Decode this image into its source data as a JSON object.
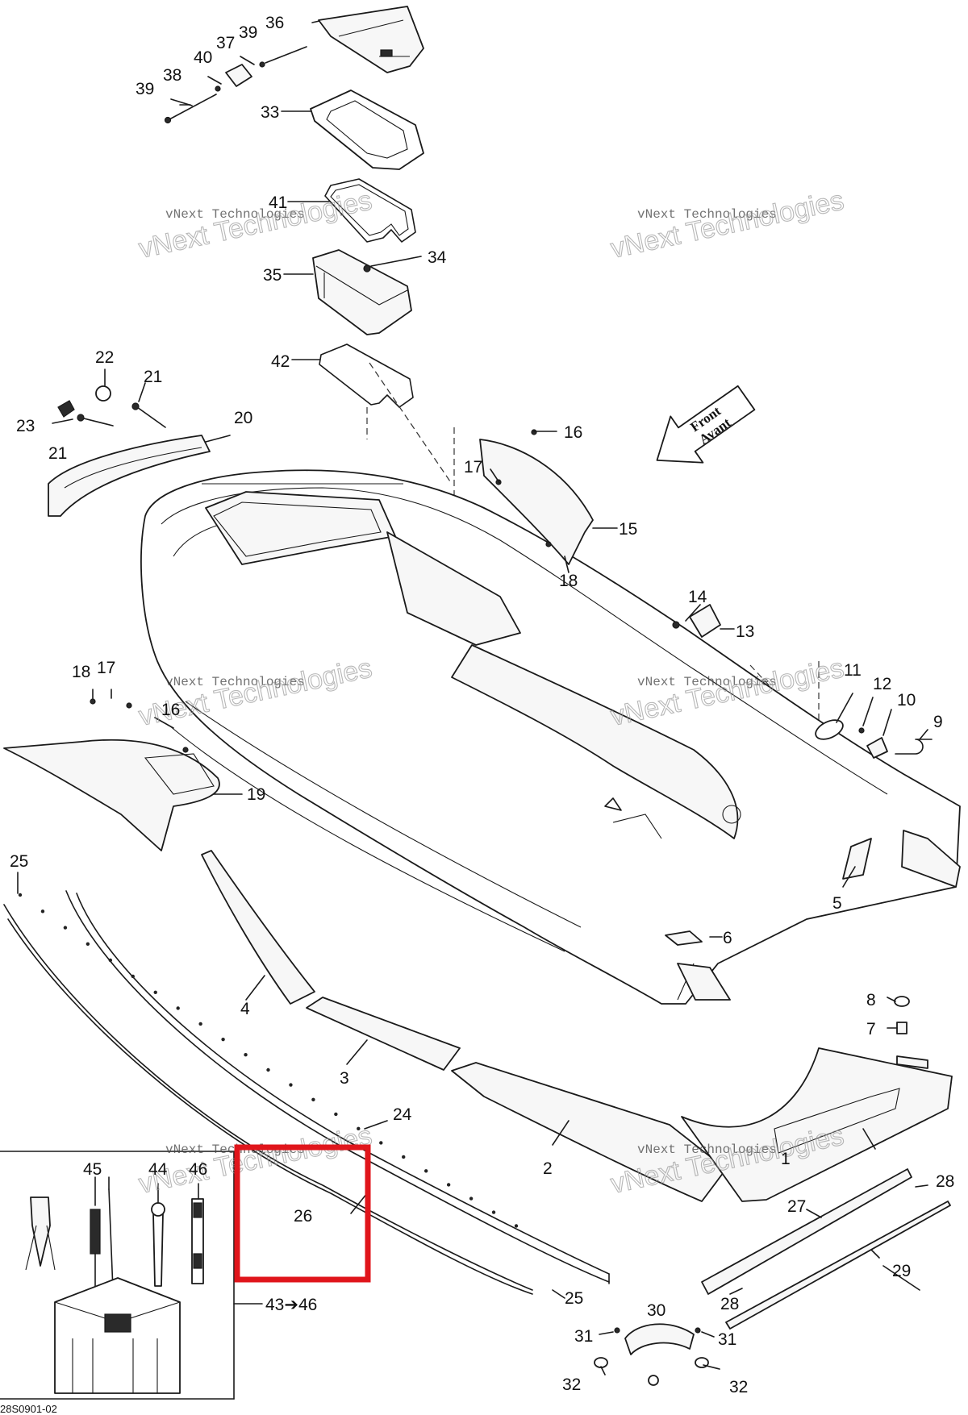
{
  "diagram": {
    "drawing_code": "28S0901-02",
    "front_arrow": {
      "line1": "Front",
      "line2": "Avant"
    },
    "kit_label": "43➔46",
    "watermark": {
      "line1": "vNext Technologies",
      "line2": "vNext Technologies"
    },
    "colors": {
      "highlight": "#e0151b",
      "line": "#1a1a1a"
    },
    "highlighted_part": "26",
    "labels": {
      "p1": "1",
      "p2": "2",
      "p3": "3",
      "p4": "4",
      "p5": "5",
      "p6": "6",
      "p7": "7",
      "p8": "8",
      "p9": "9",
      "p10": "10",
      "p11": "11",
      "p12": "12",
      "p13": "13",
      "p14": "14",
      "p15": "15",
      "p16a": "16",
      "p16b": "16",
      "p17a": "17",
      "p17b": "17",
      "p18a": "18",
      "p18b": "18",
      "p19": "19",
      "p20": "20",
      "p21a": "21",
      "p21b": "21",
      "p22": "22",
      "p23": "23",
      "p24": "24",
      "p25a": "25",
      "p25b": "25",
      "p26": "26",
      "p27": "27",
      "p28a": "28",
      "p28b": "28",
      "p29": "29",
      "p30": "30",
      "p31a": "31",
      "p31b": "31",
      "p32a": "32",
      "p32b": "32",
      "p33": "33",
      "p34": "34",
      "p35": "35",
      "p36": "36",
      "p37": "37",
      "p38": "38",
      "p39a": "39",
      "p39b": "39",
      "p40": "40",
      "p41": "41",
      "p42": "42",
      "p44": "44",
      "p45": "45",
      "p46": "46"
    }
  }
}
